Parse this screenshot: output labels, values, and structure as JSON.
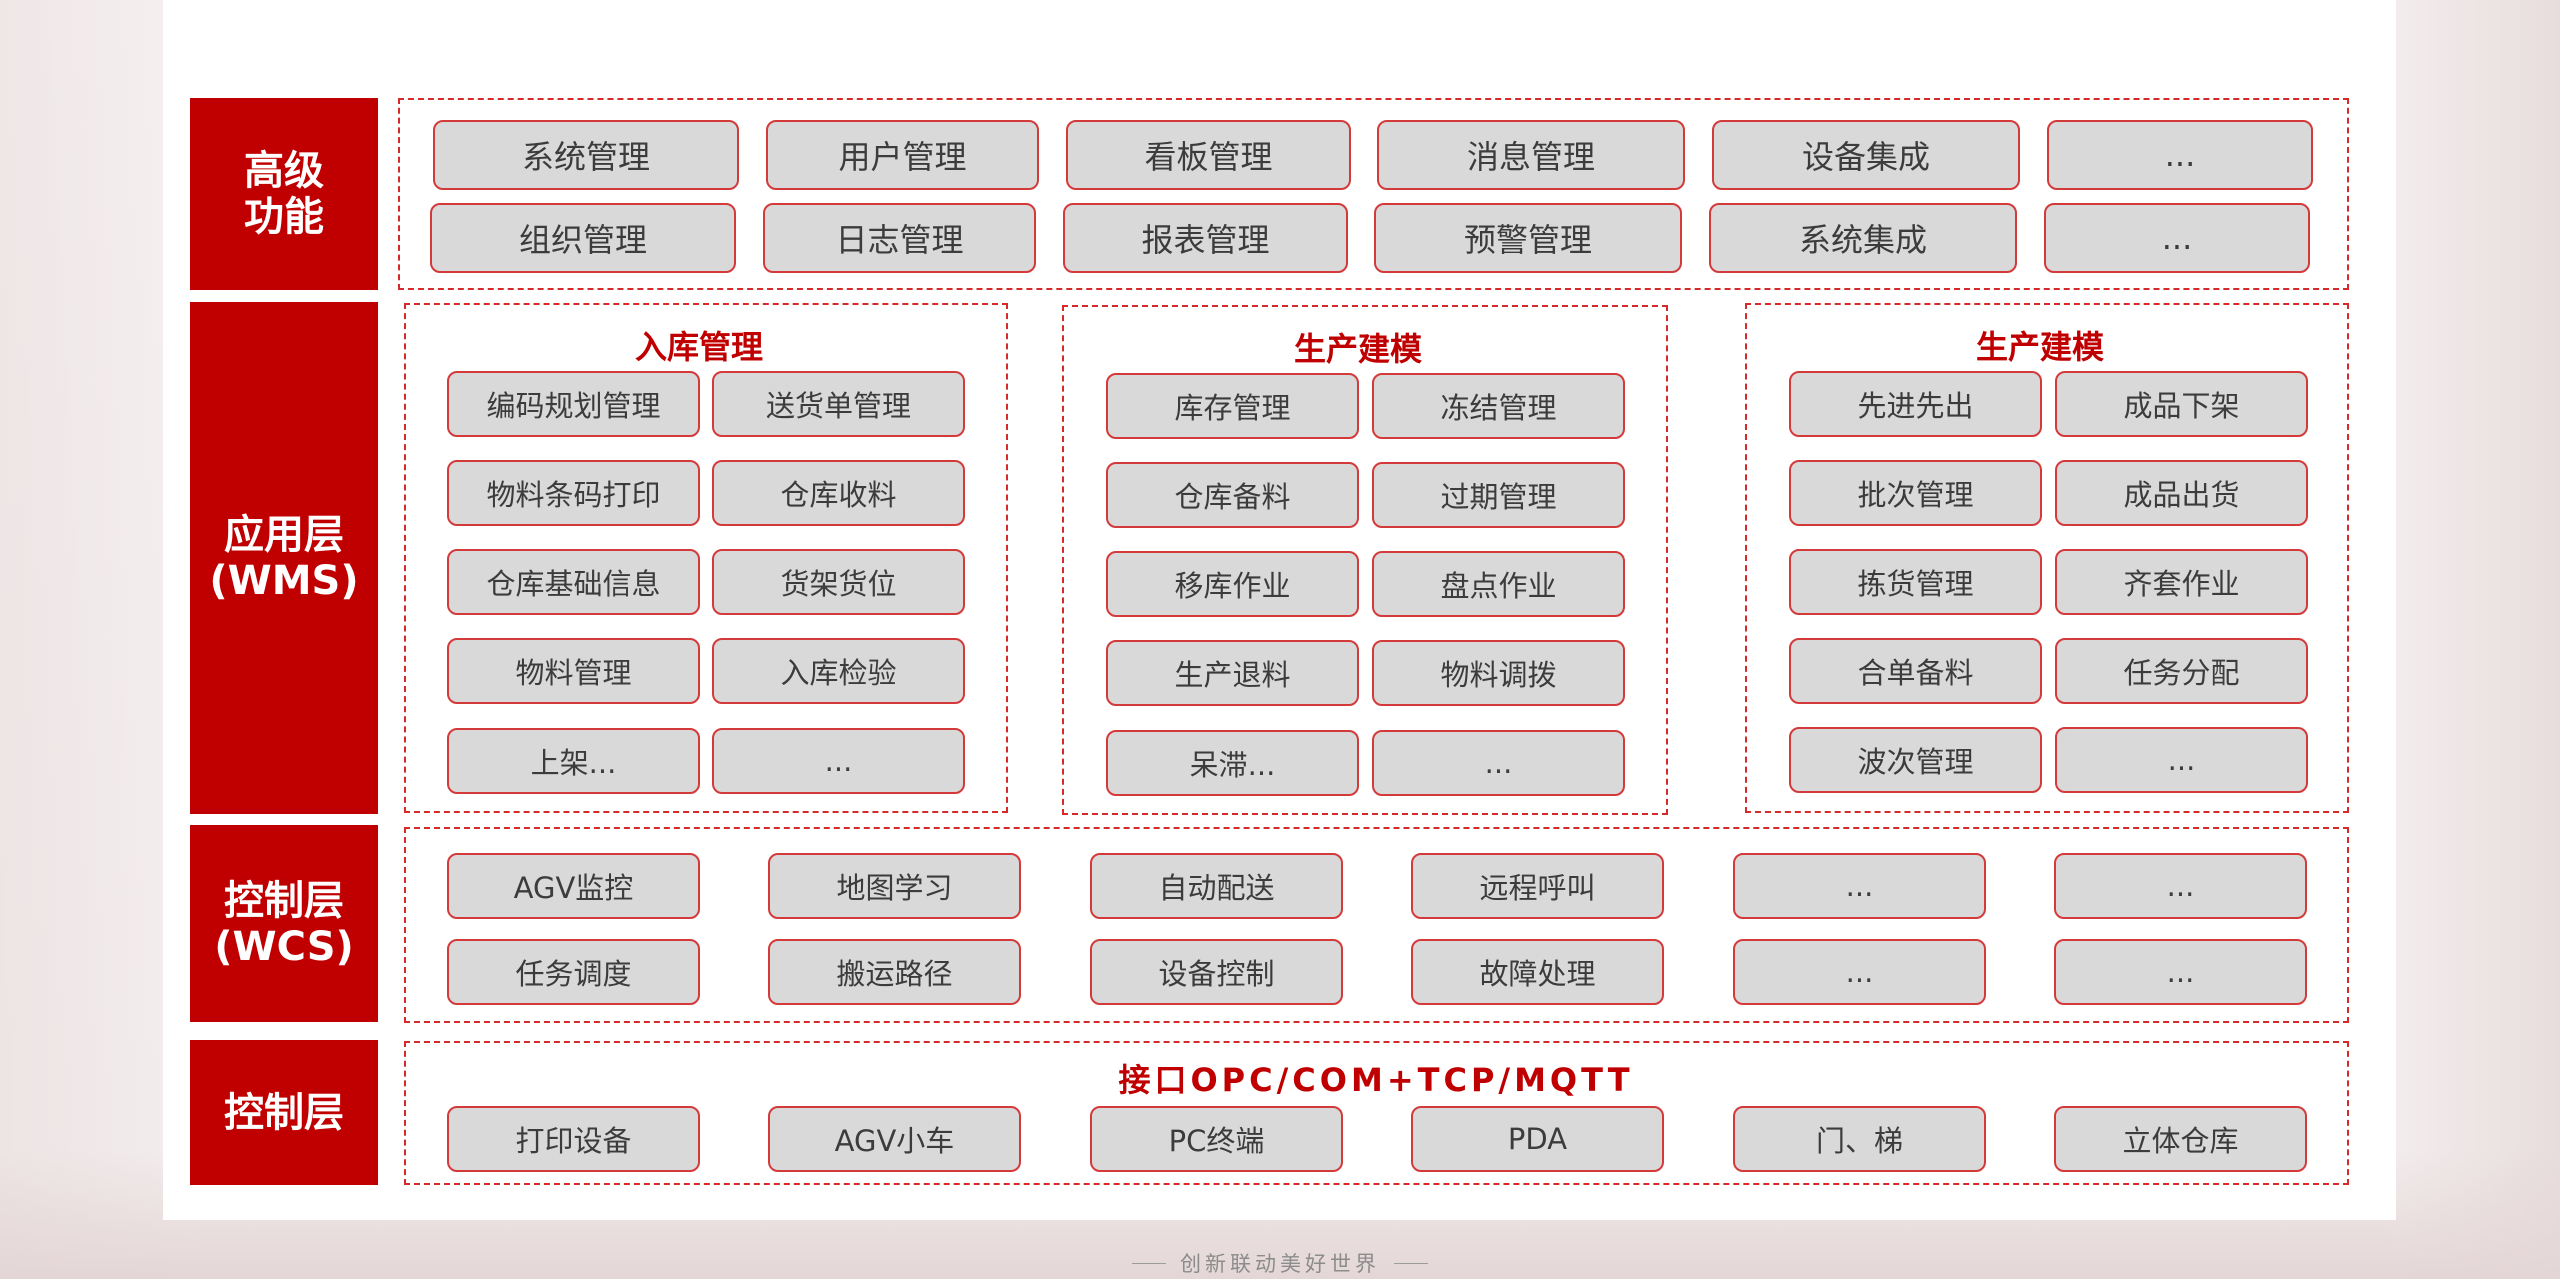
{
  "labels": {
    "advanced": "高级\n功能",
    "app": "应用层\n(WMS)",
    "wcs": "控制层\n(WCS)",
    "control": "控制层"
  },
  "advanced": {
    "row1": [
      "系统管理",
      "用户管理",
      "看板管理",
      "消息管理",
      "设备集成",
      "..."
    ],
    "row2": [
      "组织管理",
      "日志管理",
      "报表管理",
      "预警管理",
      "系统集成",
      "..."
    ]
  },
  "wms": {
    "sections": [
      {
        "title": "入库管理",
        "items": [
          "编码规划管理",
          "送货单管理",
          "物料条码打印",
          "仓库收料",
          "仓库基础信息",
          "货架货位",
          "物料管理",
          "入库检验",
          "上架...",
          "..."
        ]
      },
      {
        "title": "生产建模",
        "items": [
          "库存管理",
          "冻结管理",
          "仓库备料",
          "过期管理",
          "移库作业",
          "盘点作业",
          "生产退料",
          "物料调拨",
          "呆滞...",
          "..."
        ]
      },
      {
        "title": "生产建模",
        "items": [
          "先进先出",
          "成品下架",
          "批次管理",
          "成品出货",
          "拣货管理",
          "齐套作业",
          "合单备料",
          "任务分配",
          "波次管理",
          "..."
        ]
      }
    ]
  },
  "wcs": {
    "row1": [
      "AGV监控",
      "地图学习",
      "自动配送",
      "远程呼叫",
      "...",
      "..."
    ],
    "row2": [
      "任务调度",
      "搬运路径",
      "设备控制",
      "故障处理",
      "...",
      "..."
    ]
  },
  "interface": {
    "title": "接口OPC/COM+TCP/MQTT",
    "items": [
      "打印设备",
      "AGV小车",
      "PC终端",
      "PDA",
      "门、梯",
      "立体仓库"
    ]
  },
  "footer": "创新联动美好世界",
  "colors": {
    "accent": "#c00000",
    "button_bg": "#d9d9d9",
    "button_border": "#d43a3a"
  }
}
